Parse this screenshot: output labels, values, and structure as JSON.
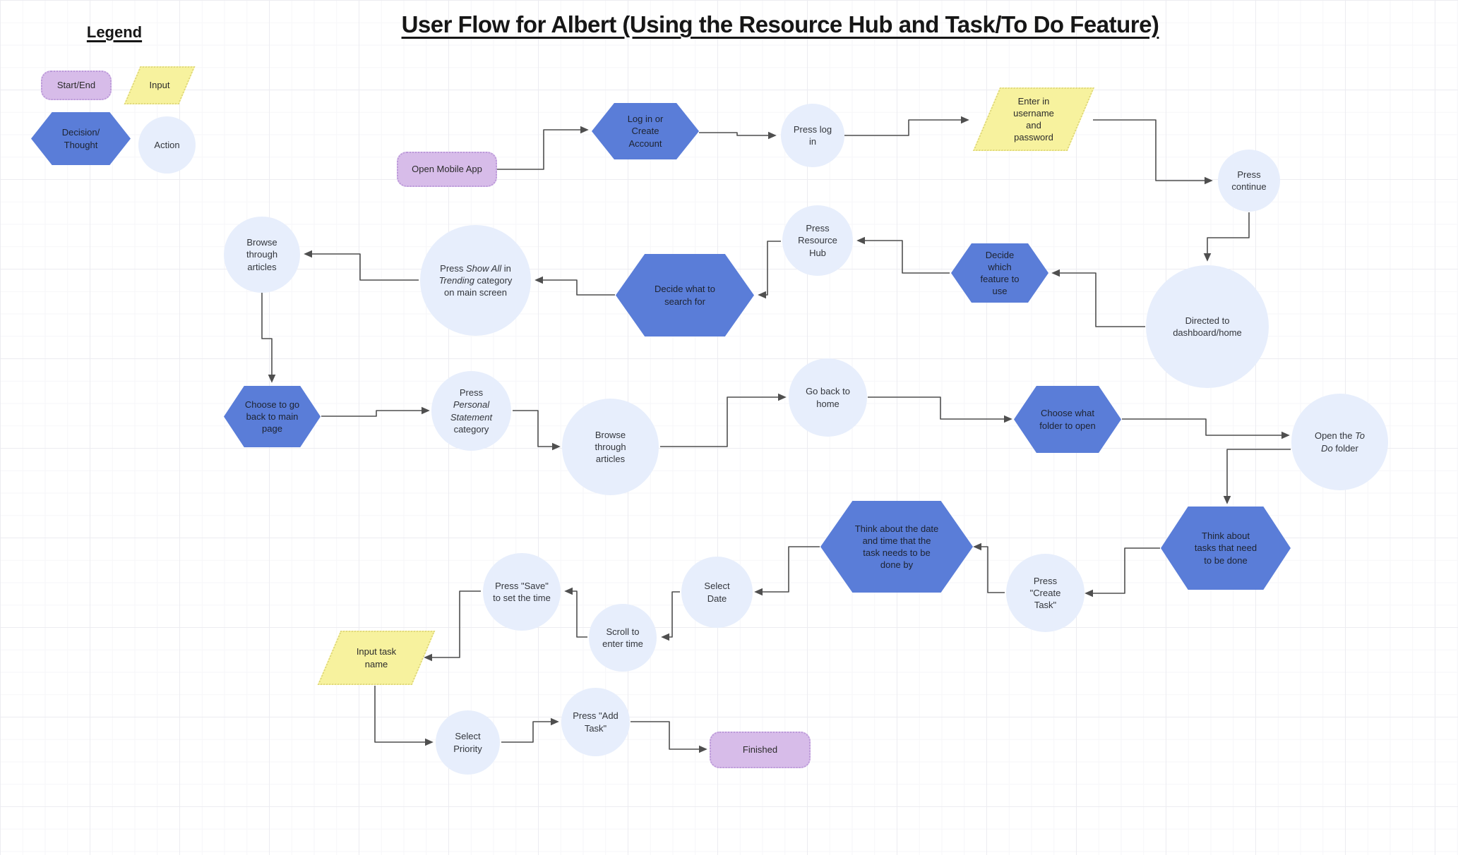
{
  "title": "User Flow for Albert (Using the Resource Hub and Task/To Do Feature)",
  "legend": {
    "heading": "Legend",
    "items": {
      "start_end": {
        "label": "Start/End",
        "type": "start-end"
      },
      "input": {
        "label": "Input",
        "type": "input"
      },
      "decision": {
        "label": "Decision/ Thought",
        "type": "decision"
      },
      "action": {
        "label": "Action",
        "type": "action"
      }
    }
  },
  "nodes": {
    "open_app": {
      "label": "Open Mobile App",
      "type": "start-end"
    },
    "login": {
      "label": "Log in or Create Account",
      "type": "decision"
    },
    "press_log_in": {
      "label": "Press log in",
      "type": "action"
    },
    "enter_username": {
      "label": "Enter in username and password",
      "type": "input"
    },
    "press_continue": {
      "label": "Press continue",
      "type": "action"
    },
    "directed_dashboard": {
      "label": "Directed to dashboard/home",
      "type": "action"
    },
    "decide_feature": {
      "label": "Decide which feature to use",
      "type": "decision"
    },
    "press_resource": {
      "label": "Press Resource Hub",
      "type": "action"
    },
    "decide_search": {
      "label": "Decide what to search for",
      "type": "decision"
    },
    "press_show_all": {
      "rich": [
        [
          "Press ",
          false
        ],
        [
          "Show All",
          true
        ],
        [
          " in ",
          false
        ],
        [
          "Trending",
          true
        ],
        [
          " category on main screen",
          false
        ]
      ],
      "type": "action"
    },
    "browse1": {
      "label": "Browse through articles",
      "type": "action"
    },
    "choose_go_back": {
      "label": "Choose to go back to main page",
      "type": "decision"
    },
    "press_personal": {
      "rich": [
        [
          "Press ",
          false
        ],
        [
          "Personal Statement",
          true
        ],
        [
          " category",
          false
        ]
      ],
      "type": "action"
    },
    "browse2": {
      "label": "Browse through articles",
      "type": "action"
    },
    "go_back_home": {
      "label": "Go back to home",
      "type": "action"
    },
    "choose_folder": {
      "label": "Choose what folder to open",
      "type": "decision"
    },
    "open_todo": {
      "rich": [
        [
          "Open the ",
          false
        ],
        [
          "To Do",
          true
        ],
        [
          " folder",
          false
        ]
      ],
      "type": "action"
    },
    "think_tasks": {
      "label": "Think about tasks that need to be done",
      "type": "decision"
    },
    "press_create": {
      "label": "Press \"Create Task\"",
      "type": "action"
    },
    "think_date": {
      "label": "Think about the date and time that the task needs to be done by",
      "type": "decision"
    },
    "select_date": {
      "label": "Select Date",
      "type": "action"
    },
    "scroll_time": {
      "label": "Scroll to enter time",
      "type": "action"
    },
    "press_save": {
      "label": "Press \"Save\" to set the time",
      "type": "action"
    },
    "input_task": {
      "label": "Input task name",
      "type": "input"
    },
    "select_priority": {
      "label": "Select Priority",
      "type": "action"
    },
    "press_add": {
      "label": "Press \"Add Task\"",
      "type": "action"
    },
    "finished": {
      "label": "Finished",
      "type": "start-end"
    }
  },
  "colors": {
    "start_end": "#d7bce9",
    "input": "#f7f29e",
    "decision": "#5a7dd8",
    "action": "#e7eefc",
    "connector": "#4f4f4f"
  }
}
